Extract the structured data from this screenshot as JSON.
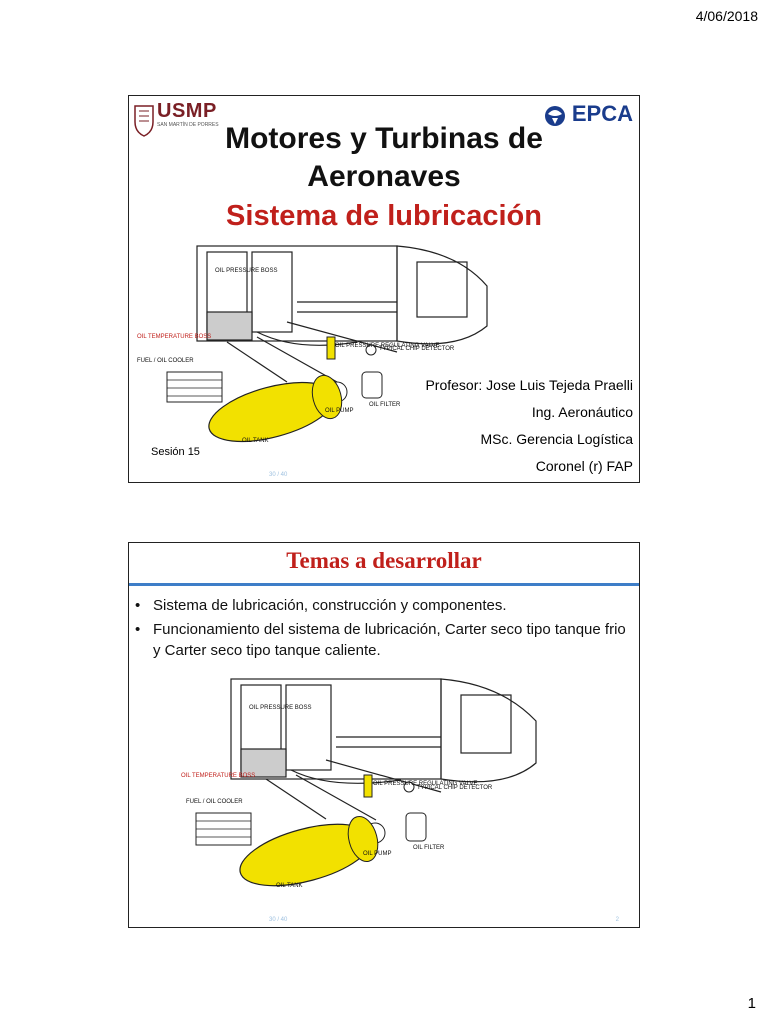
{
  "header": {
    "date": "4/06/2018"
  },
  "page": {
    "number": "1"
  },
  "slide1": {
    "logo_left_text": "USMP",
    "logo_left_sub": "SAN MARTÍN DE PORRES",
    "logo_right_text": "EPCA",
    "title_line1": "Motores y Turbinas de",
    "title_line2": "Aeronaves",
    "subtitle": "Sistema de lubricación",
    "professor": "Profesor: Jose Luis Tejeda Praelli",
    "role1": "Ing. Aeronáutico",
    "role2": "MSc. Gerencia Logística",
    "role3": "Coronel (r) FAP",
    "session": "Sesión 15",
    "footer": "30 / 40",
    "diagram_labels": {
      "pressure_boss": "OIL PRESSURE BOSS",
      "temp_boss": "OIL TEMPERATURE BOSS",
      "cooler": "FUEL / OIL COOLER",
      "valve": "OIL PRESSURE REGULATING VALVE",
      "chip": "TYPICAL CHIP DETECTOR",
      "pump": "OIL PUMP",
      "filter": "OIL FILTER",
      "tank": "OIL TANK"
    }
  },
  "slide2": {
    "title": "Temas a desarrollar",
    "bullets": [
      "Sistema de lubricación, construcción y componentes.",
      "Funcionamiento del sistema de lubricación, Carter seco tipo tanque frio y Carter seco tipo tanque caliente."
    ],
    "footer": "30 / 40",
    "slide_number": "2",
    "colors": {
      "title": "#c0201b",
      "rule": "#3e7ec8",
      "tank": "#f2e100"
    }
  }
}
